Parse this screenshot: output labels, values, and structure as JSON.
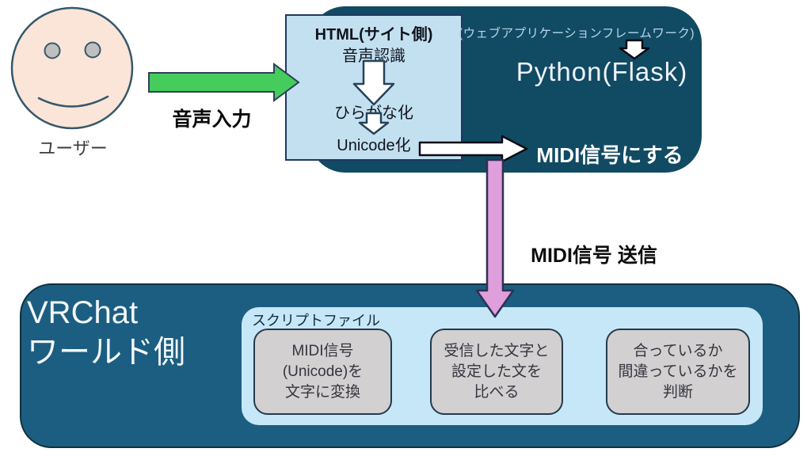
{
  "user": {
    "label": "ユーザー"
  },
  "voice_input": {
    "label": "音声入力"
  },
  "html_box": {
    "title": "HTML(サイト側)",
    "steps": [
      "音声認識",
      "ひらがな化",
      "Unicode化"
    ]
  },
  "python_panel": {
    "framework_note": "(ウェブアプリケーションフレームワーク)",
    "name": "Python(Flask)",
    "action": "MIDI信号にする"
  },
  "midi_send": {
    "label": "MIDI信号 送信"
  },
  "vrchat_panel": {
    "title_line1": "VRChat",
    "title_line2": "ワールド側",
    "script_panel": {
      "label": "スクリプトファイル",
      "boxes": [
        {
          "lines": [
            "MIDI信号",
            "(Unicode)を",
            "文字に変換"
          ]
        },
        {
          "lines": [
            "受信した文字と",
            "設定した文を",
            "比べる"
          ]
        },
        {
          "lines": [
            "合っているか",
            "間違っているかを",
            "判断"
          ]
        }
      ]
    }
  },
  "icons": {
    "user_face": "smiley-face",
    "voice_input_arrow": "green-right-arrow",
    "step_down_arrow_large": "white-down-block-arrow",
    "step_down_arrow_small": "white-down-block-arrow-small",
    "framework_down_arrow": "white-down-block-arrow",
    "unicode_to_midi_arrow": "white-right-arrow",
    "midi_send_arrow": "pink-down-arrow"
  },
  "colors": {
    "dark_teal_top": "#114A63",
    "dark_teal_bottom": "#1C5E81",
    "light_blue_box": "#C3E0F1",
    "light_blue_panel": "#C6E7F8",
    "gray_box": "#D2D0D0",
    "green_arrow": "#45CC5C",
    "pink_arrow": "#DF9EDC",
    "face_skin": "#FBE5D8",
    "outline_navy": "#1F3864",
    "stroke_dark": "#26425B",
    "panel_border": "#10303E",
    "box_border": "#25394D"
  }
}
